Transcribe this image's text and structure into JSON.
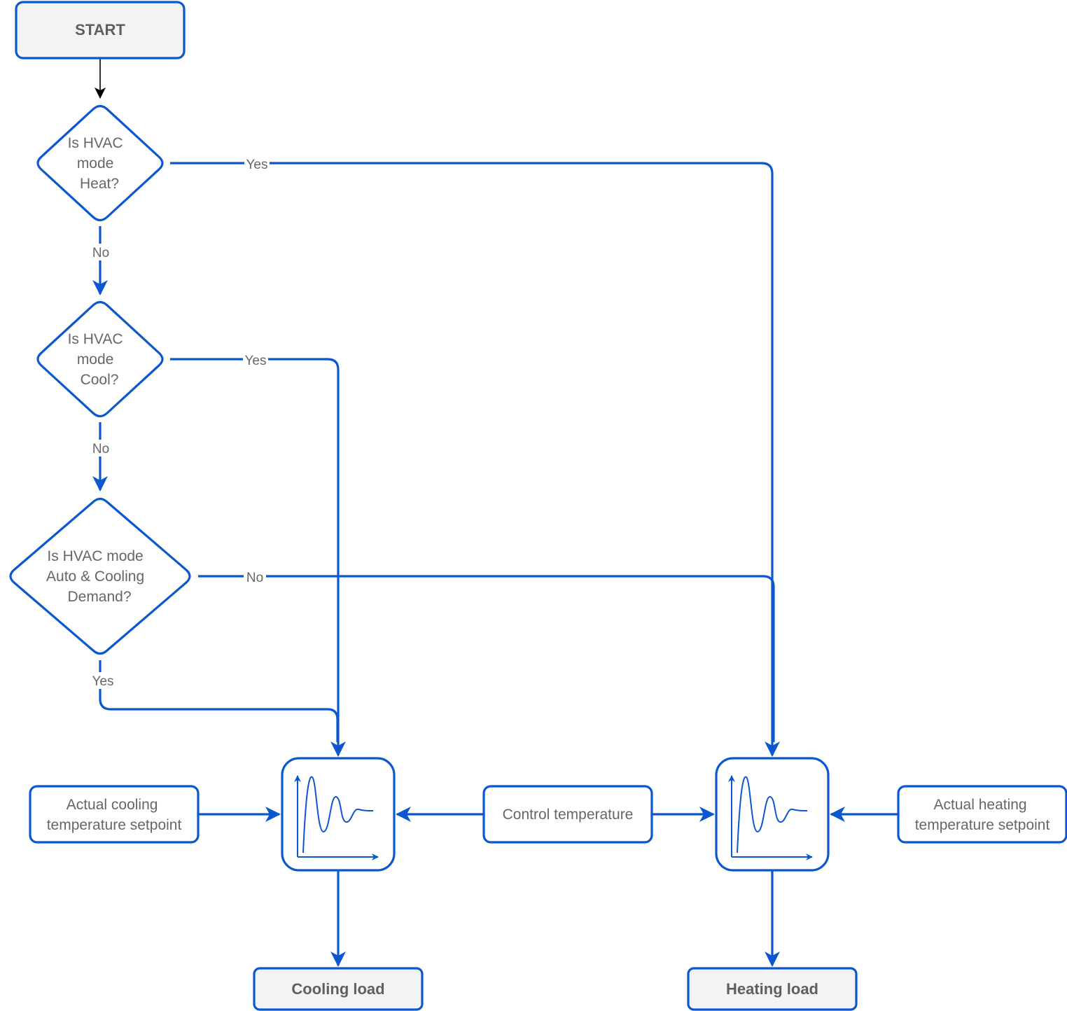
{
  "nodes": {
    "start": "START",
    "decision_heat": [
      "Is HVAC",
      "mode",
      "Heat?"
    ],
    "decision_cool": [
      "Is HVAC",
      "mode",
      "Cool?"
    ],
    "decision_auto": [
      "Is HVAC mode",
      "Auto & Cooling",
      "Demand?"
    ],
    "cooling_setpoint": [
      "Actual cooling",
      "temperature setpoint"
    ],
    "control_temperature": "Control temperature",
    "heating_setpoint": [
      "Actual heating",
      "temperature setpoint"
    ],
    "cooling_load": "Cooling load",
    "heating_load": "Heating load",
    "cooling_controller_icon": "pid-response-chart-icon",
    "heating_controller_icon": "pid-response-chart-icon"
  },
  "edges": {
    "heat_yes": "Yes",
    "heat_no": "No",
    "cool_yes": "Yes",
    "cool_no": "No",
    "auto_no": "No",
    "auto_yes": "Yes"
  },
  "colors": {
    "line": "#0b57d0",
    "terminal_fill": "#f3f3f3",
    "text": "#666666"
  }
}
